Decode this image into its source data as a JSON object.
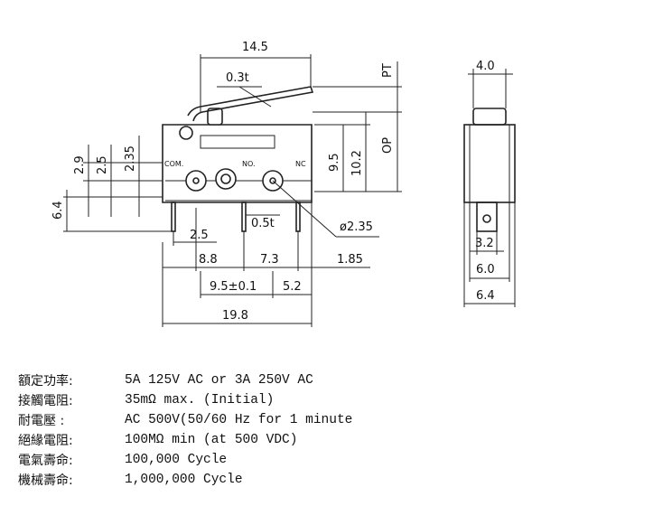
{
  "front_view": {
    "dim_width": "14.5",
    "dim_lever_thickness": "0.3t",
    "dim_pt": "PT",
    "dim_op": "OP",
    "dim_9_5": "9.5",
    "dim_10_2": "10.2",
    "dim_2_9": "2.9",
    "dim_2_5_v": "2.5",
    "dim_2_35": "2.35",
    "dim_6_4_v": "6.4",
    "label_com": "COM.",
    "label_no": "NO.",
    "label_nc": "NC",
    "dim_terminal_thickness": "0.5t",
    "dim_hole": "ø2.35",
    "dim_2_5_h": "2.5",
    "dim_8_8": "8.8",
    "dim_7_3": "7.3",
    "dim_1_85": "1.85",
    "dim_9_5_tol": "9.5±0.1",
    "dim_5_2": "5.2",
    "dim_19_8": "19.8"
  },
  "side_view": {
    "dim_4_0": "4.0",
    "dim_3_2": "3.2",
    "dim_6_0": "6.0",
    "dim_6_4": "6.4"
  },
  "specs": [
    {
      "label": "額定功率:",
      "value": "5A 125V AC or 3A 250V AC"
    },
    {
      "label": "接觸電阻:",
      "value": "35mΩ  max. (Initial)"
    },
    {
      "label": "耐電壓  :",
      "value": "AC 500V(50/60 Hz for 1 minute"
    },
    {
      "label": "絕緣電阻:",
      "value": "100MΩ  min (at 500 VDC)"
    },
    {
      "label": "電氣壽命:",
      "value": "100,000 Cycle"
    },
    {
      "label": "機械壽命:",
      "value": "1,000,000 Cycle"
    }
  ]
}
